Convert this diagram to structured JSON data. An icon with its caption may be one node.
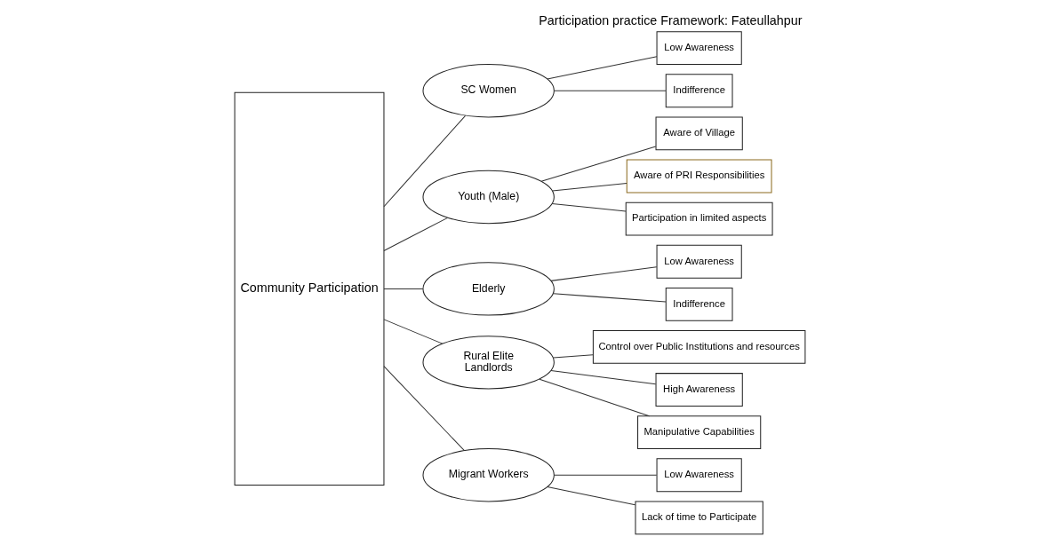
{
  "diagram": {
    "title": "Participation practice Framework: Fateullahpur",
    "nodes": [
      {
        "text": [
          "Community Participation"
        ]
      },
      {
        "text": [
          "SC Women"
        ]
      },
      {
        "text": [
          "Low Awareness"
        ]
      },
      {
        "text": [
          "Indifference"
        ]
      },
      {
        "text": [
          "Youth (Male)"
        ]
      },
      {
        "text": [
          "Aware of Village"
        ]
      },
      {
        "text": [
          "Aware of PRI Responsibilities"
        ]
      },
      {
        "text": [
          "Participation in limited aspects"
        ]
      },
      {
        "text": [
          "Elderly"
        ]
      },
      {
        "text": [
          "Low Awareness"
        ]
      },
      {
        "text": [
          "Indifference"
        ]
      },
      {
        "text": [
          "Rural Elite",
          "Landlords"
        ]
      },
      {
        "text": [
          "Control over Public Institutions and resources"
        ]
      },
      {
        "text": [
          "High Awareness"
        ]
      },
      {
        "text": [
          "Manipulative Capabilities"
        ]
      },
      {
        "text": [
          "Migrant Workers"
        ]
      },
      {
        "text": [
          "Low Awareness"
        ]
      },
      {
        "text": [
          "Lack of time to Participate"
        ]
      }
    ],
    "edges": [
      {
        "from": 0,
        "to": 1,
        "arrow": "none"
      },
      {
        "from": 1,
        "to": 2,
        "arrow": "none"
      },
      {
        "from": 1,
        "to": 3,
        "arrow": "none"
      },
      {
        "from": 0,
        "to": 4,
        "arrow": "none"
      },
      {
        "from": 4,
        "to": 5,
        "arrow": "none"
      },
      {
        "from": 4,
        "to": 6,
        "arrow": "none"
      },
      {
        "from": 4,
        "to": 7,
        "arrow": "none"
      },
      {
        "from": 0,
        "to": 8,
        "arrow": "none"
      },
      {
        "from": 8,
        "to": 9,
        "arrow": "none"
      },
      {
        "from": 8,
        "to": 10,
        "arrow": "none"
      },
      {
        "from": 0,
        "to": 11,
        "arrow": "none"
      },
      {
        "from": 11,
        "to": 12,
        "arrow": "none"
      },
      {
        "from": 11,
        "to": 13,
        "arrow": "none"
      },
      {
        "from": 11,
        "to": 14,
        "arrow": "none"
      },
      {
        "from": 0,
        "to": 15,
        "arrow": "none"
      },
      {
        "from": 15,
        "to": 16,
        "arrow": "none"
      },
      {
        "from": 15,
        "to": 17,
        "arrow": "none"
      }
    ]
  }
}
